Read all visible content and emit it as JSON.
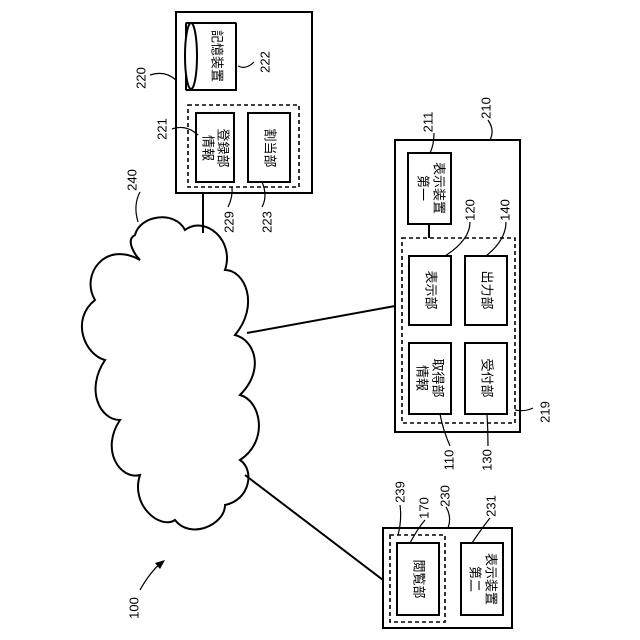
{
  "labels": {
    "display_unit": "表示部",
    "output_unit": "出力部",
    "info_acquisition_unit": "情報取得部",
    "reception_unit": "受付部",
    "first_display_device": "第一表示装置",
    "storage_device": "記憶装置",
    "info_registration_unit": "情報登録部",
    "allocation_unit": "割当部",
    "browsing_unit": "閲覧部",
    "second_display_device": "第二表示装置"
  },
  "refs": {
    "system": "100",
    "display_unit": "120",
    "output_unit": "140",
    "info_acquisition_unit": "110",
    "reception_unit": "130",
    "first_display_device": "211",
    "terminal_210": "210",
    "group_219": "219",
    "server_220": "220",
    "info_registration_unit": "221",
    "storage_device": "222",
    "allocation_unit": "223",
    "group_229": "229",
    "network": "240",
    "terminal_230": "230",
    "browsing_unit": "170",
    "group_239": "239",
    "second_display_device": "231"
  }
}
